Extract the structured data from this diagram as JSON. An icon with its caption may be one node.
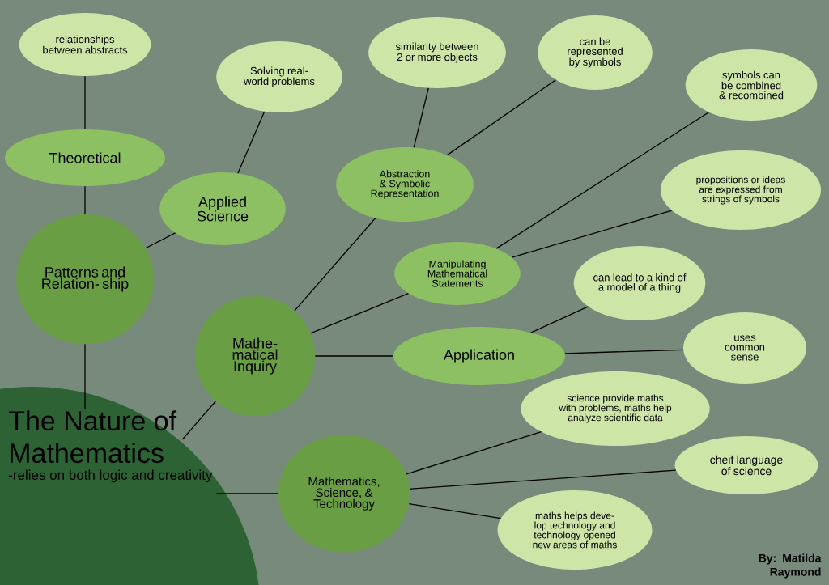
{
  "diagram": {
    "nodes": [
      {
        "text": [
          "The Nature of Mathematics",
          "-relies on both logic and creativity"
        ]
      },
      {
        "text": [
          "Patterns and Relation- ship"
        ]
      },
      {
        "text": [
          "Theoretical"
        ]
      },
      {
        "text": [
          "relationships between abstracts"
        ]
      },
      {
        "text": [
          "Applied Science"
        ]
      },
      {
        "text": [
          "Solving real-world problems"
        ]
      },
      {
        "text": [
          "Mathe- matical Inquiry"
        ]
      },
      {
        "text": [
          "Abstraction & Symbolic Representation"
        ]
      },
      {
        "text": [
          "similarity between 2 or more objects"
        ]
      },
      {
        "text": [
          "can be represented by symbols"
        ]
      },
      {
        "text": [
          "symbols can be combined & recombined"
        ]
      },
      {
        "text": [
          "Manipulating Mathematical Statements"
        ]
      },
      {
        "text": [
          "propositions or ideas are expressed from strings of symbols"
        ]
      },
      {
        "text": [
          "Application"
        ]
      },
      {
        "text": [
          "can lead to a kind of a model of a thing"
        ]
      },
      {
        "text": [
          "uses common sense"
        ]
      },
      {
        "text": [
          "Mathematics, Science, & Technology"
        ]
      },
      {
        "text": [
          "science provide maths with problems, maths help analyze scientific data"
        ]
      },
      {
        "text": [
          "cheif language of science"
        ]
      },
      {
        "text": [
          "maths helps deve- lop technology and technology opened new areas of maths"
        ]
      }
    ],
    "edges": [
      {
        "from": 0,
        "to": 1,
        "arrow": "none"
      },
      {
        "from": 1,
        "to": 2,
        "arrow": "none"
      },
      {
        "from": 2,
        "to": 3,
        "arrow": "none"
      },
      {
        "from": 1,
        "to": 4,
        "arrow": "none"
      },
      {
        "from": 4,
        "to": 5,
        "arrow": "none"
      },
      {
        "from": 0,
        "to": 6,
        "arrow": "none"
      },
      {
        "from": 6,
        "to": 7,
        "arrow": "none"
      },
      {
        "from": 7,
        "to": 8,
        "arrow": "none"
      },
      {
        "from": 7,
        "to": 9,
        "arrow": "none"
      },
      {
        "from": 6,
        "to": 11,
        "arrow": "none"
      },
      {
        "from": 11,
        "to": 10,
        "arrow": "none"
      },
      {
        "from": 11,
        "to": 12,
        "arrow": "none"
      },
      {
        "from": 6,
        "to": 13,
        "arrow": "none"
      },
      {
        "from": 13,
        "to": 14,
        "arrow": "none"
      },
      {
        "from": 13,
        "to": 15,
        "arrow": "none"
      },
      {
        "from": 0,
        "to": 16,
        "arrow": "none"
      },
      {
        "from": 16,
        "to": 17,
        "arrow": "none"
      },
      {
        "from": 16,
        "to": 18,
        "arrow": "none"
      },
      {
        "from": 16,
        "to": 19,
        "arrow": "none"
      }
    ],
    "labels": [
      "By: Matilda Raymond"
    ]
  }
}
